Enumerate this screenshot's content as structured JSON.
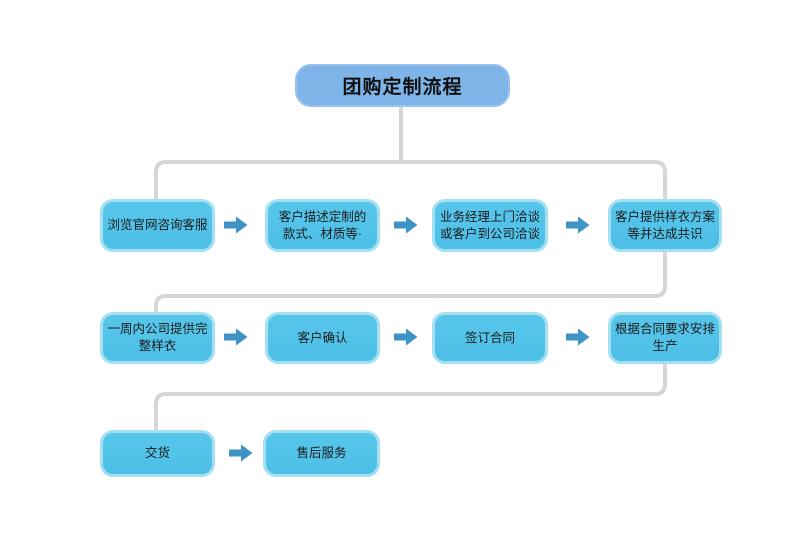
{
  "title": {
    "label": "团购定制流程"
  },
  "flow": {
    "rows": [
      {
        "boxes": [
          {
            "label": "浏览官网咨询客服"
          },
          {
            "label": "客户描述定制的\n款式、材质等·"
          },
          {
            "label": "业务经理上门洽谈\n或客户到公司洽谈"
          },
          {
            "label": "客户提供样衣方案\n等并达成共识"
          }
        ]
      },
      {
        "boxes": [
          {
            "label": "一周内公司提供完\n整样衣"
          },
          {
            "label": "客户确认"
          },
          {
            "label": "签订合同"
          },
          {
            "label": "根据合同要求安排\n生产"
          }
        ]
      },
      {
        "boxes": [
          {
            "label": "交货"
          },
          {
            "label": "售后服务"
          }
        ]
      }
    ]
  },
  "icons": {
    "arrow_right": "right-block-arrow"
  },
  "colors": {
    "background": "#ffffff",
    "title_fill": "#7FB4E9",
    "title_border": "#98C2ED",
    "step_fill": "#52C2E9",
    "step_border": "#A5E0F2",
    "arrow": "#3E92C4",
    "connector": "#D6D6D6",
    "text": "#1b1b1b"
  }
}
